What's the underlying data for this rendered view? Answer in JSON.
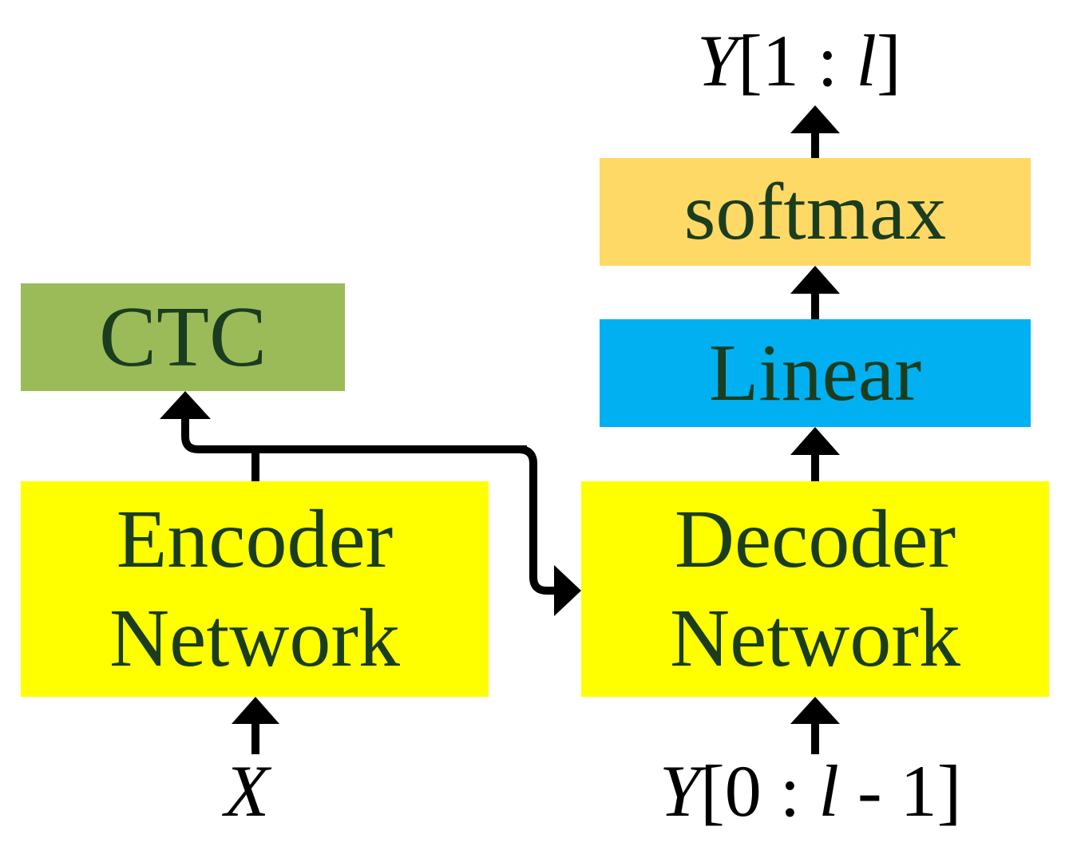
{
  "blocks": {
    "ctc": {
      "label": "CTC",
      "color": "#9bbb59"
    },
    "encoder": {
      "line1": "Encoder",
      "line2": "Network",
      "color": "#ffff00"
    },
    "decoder": {
      "line1": "Decoder",
      "line2": "Network",
      "color": "#ffff00"
    },
    "linear": {
      "label": "Linear",
      "color": "#00b0f0"
    },
    "softmax": {
      "label": "softmax",
      "color": "#ffd966"
    }
  },
  "labels": {
    "output": {
      "var": "Y",
      "open": "[1 : ",
      "idx": "l",
      "close": "]"
    },
    "input_x": {
      "var": "X"
    },
    "input_y": {
      "var": "Y",
      "open": "[0 : ",
      "idx": "l",
      "close": " - 1]"
    }
  },
  "text_color": "#1a3d1f",
  "arrow_color": "#000000"
}
